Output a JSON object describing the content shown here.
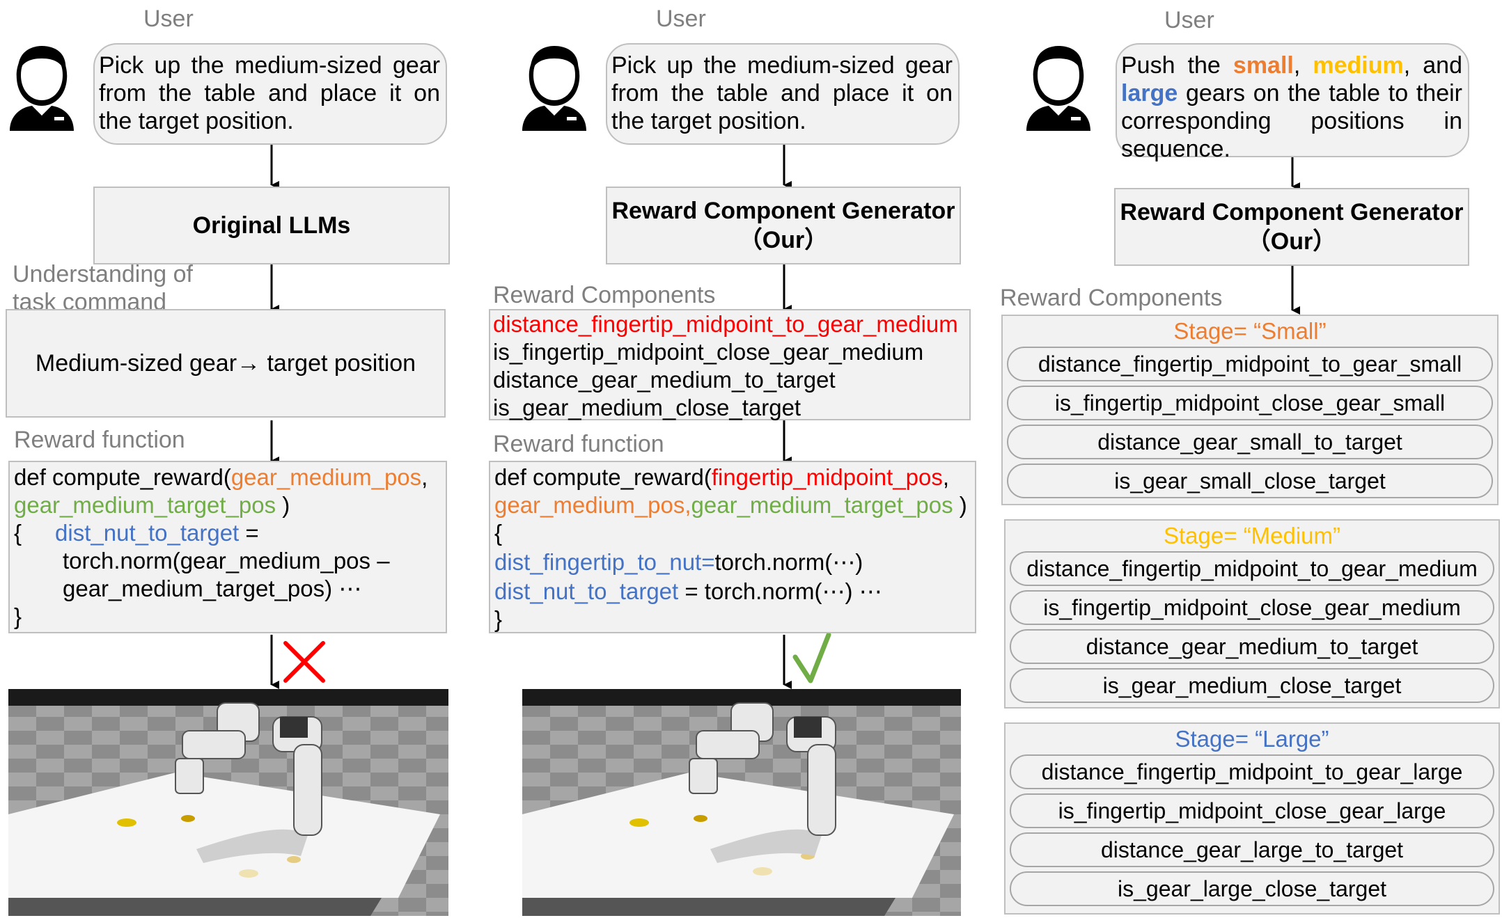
{
  "columns": [
    {
      "user_label": "User",
      "prompt": "Pick up the medium-sized gear from the table and place it on the target position.",
      "model_title_line1": "Original LLMs",
      "understanding_label_line1": "Understanding of",
      "understanding_label_line2": "task command",
      "understanding_text": "Medium-sized gear→ target position",
      "reward_function_label": "Reward function",
      "code": {
        "l1_prefix": "def compute_reward(",
        "l1_arg": "gear_medium_pos",
        "l1_suffix": ",",
        "l2_arg": "gear_medium_target_pos",
        "l2_suffix": " )",
        "l3_brace": "{",
        "l3_var": "dist_nut_to_target",
        "l3_eq": " =",
        "l4": "torch.norm(gear_medium_pos –",
        "l5": "gear_medium_target_pos)  ⋯",
        "l6": "}"
      },
      "result": "fail"
    },
    {
      "user_label": "User",
      "prompt": "Pick up the medium-sized gear from the table and place it on the target position.",
      "model_title_line1": "Reward Component Generator",
      "model_title_line2": "（Our）",
      "components_label": "Reward Components",
      "components": [
        "distance_fingertip_midpoint_to_gear_medium",
        "is_fingertip_midpoint_close_gear_medium",
        "distance_gear_medium_to_target",
        "is_gear_medium_close_target"
      ],
      "reward_function_label": "Reward function",
      "code": {
        "l1_prefix": "def compute_reward(",
        "l1_arg": "fingertip_midpoint_pos",
        "l1_suffix": ",",
        "l2_arg_a": "gear_medium_pos",
        "l2_sep": ",",
        "l2_arg_b": "gear_medium_target_pos",
        "l2_suffix": " )",
        "l3": "{",
        "l4_var": "dist_fingertip_to_nut=",
        "l4_rest": "torch.norm(⋯)",
        "l5_var": "dist_nut_to_target",
        "l5_rest": " = torch.norm(⋯) ⋯",
        "l6": "}"
      },
      "result": "success"
    },
    {
      "user_label": "User",
      "prompt_parts": {
        "p1": "Push the ",
        "small": "small",
        "p2": ", ",
        "medium": "medium",
        "p3": ", and ",
        "large": "large",
        "p4": " gears on the table to their corresponding positions in sequence."
      },
      "model_title_line1": "Reward Component Generator",
      "model_title_line2": "（Our）",
      "components_label": "Reward Components",
      "stages": [
        {
          "title": "Stage= “Small”",
          "color": "#ed7d31",
          "items": [
            "distance_fingertip_midpoint_to_gear_small",
            "is_fingertip_midpoint_close_gear_small",
            "distance_gear_small_to_target",
            "is_gear_small_close_target"
          ]
        },
        {
          "title": "Stage= “Medium”",
          "color": "#ffc000",
          "items": [
            "distance_fingertip_midpoint_to_gear_medium",
            "is_fingertip_midpoint_close_gear_medium",
            "distance_gear_medium_to_target",
            "is_gear_medium_close_target"
          ]
        },
        {
          "title": "Stage= “Large”",
          "color": "#4472c4",
          "items": [
            "distance_fingertip_midpoint_to_gear_large",
            "is_fingertip_midpoint_close_gear_large",
            "distance_gear_large_to_target",
            "is_gear_large_close_target"
          ]
        }
      ]
    }
  ],
  "colors": {
    "box_fill": "#f2f2f2",
    "box_border": "#bfbfbf",
    "label_gray": "#7f7f7f",
    "red": "#ff0000",
    "orange": "#ed7d31",
    "green": "#70ad47",
    "blue": "#4472c4",
    "gold": "#ffc000"
  },
  "icons": [
    "user-icon",
    "down-arrow-icon",
    "cross-mark-icon",
    "check-mark-icon",
    "robot-scene-image"
  ]
}
